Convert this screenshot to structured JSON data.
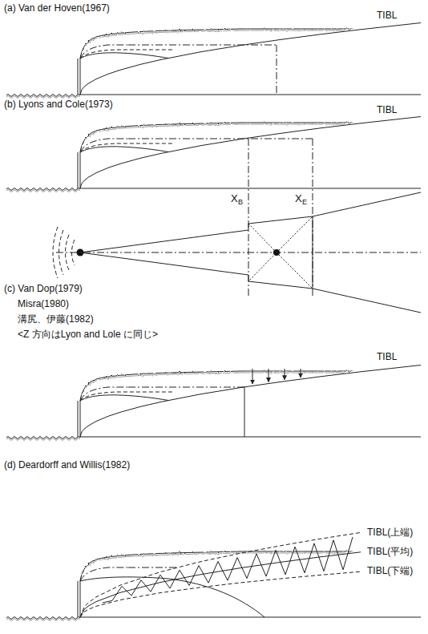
{
  "diagram": {
    "labels": [
      "(a) Van der Hoven(1967)",
      "TIBL",
      "(b) Lyons and Cole(1973)",
      "TIBL",
      "X",
      "B",
      "X",
      "E",
      "(c) Van Dop(1979)",
      "Misra(1980)",
      "溝尻、伊藤(1982)",
      "<Z 方向はLyon and Lole に同じ>",
      "TIBL",
      "(d) Deardorff and Willis(1982)",
      "TIBL(上端)",
      "TIBL(平均)",
      "TIBL(下端)"
    ]
  }
}
